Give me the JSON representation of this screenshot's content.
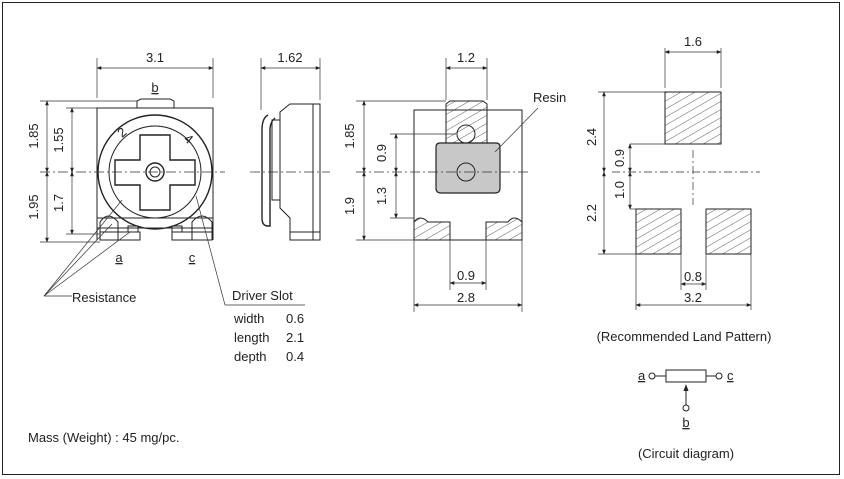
{
  "dims": {
    "front_width": "3.1",
    "side_width": "1.62",
    "back_width_top": "1.2",
    "land_width_top": "1.6",
    "front_h1": "1.85",
    "front_h2": "1.55",
    "front_h3": "1.95",
    "front_h4": "1.7",
    "back_h1": "1.85",
    "back_h2": "0.9",
    "back_h3": "1.3",
    "back_h4": "1.9",
    "back_bottom1": "0.9",
    "back_bottom2": "2.8",
    "land_h1": "2.4",
    "land_h2": "0.9",
    "land_h3": "1.0",
    "land_h4": "2.2",
    "land_gap": "0.8",
    "land_total": "3.2"
  },
  "labels": {
    "terminal_b": "b",
    "terminal_a": "a",
    "terminal_c": "c",
    "resistance": "Resistance",
    "resin": "Resin",
    "pin2": "2",
    "pin4": "4",
    "driver_slot_title": "Driver Slot",
    "slot_width_label": "width",
    "slot_width_value": "0.6",
    "slot_length_label": "length",
    "slot_length_value": "2.1",
    "slot_depth_label": "depth",
    "slot_depth_value": "0.4",
    "land_pattern": "(Recommended Land Pattern)",
    "circuit_diagram": "(Circuit diagram)",
    "circuit_a": "a",
    "circuit_b": "b",
    "circuit_c": "c",
    "mass": "Mass (Weight) : 45 mg/pc."
  }
}
